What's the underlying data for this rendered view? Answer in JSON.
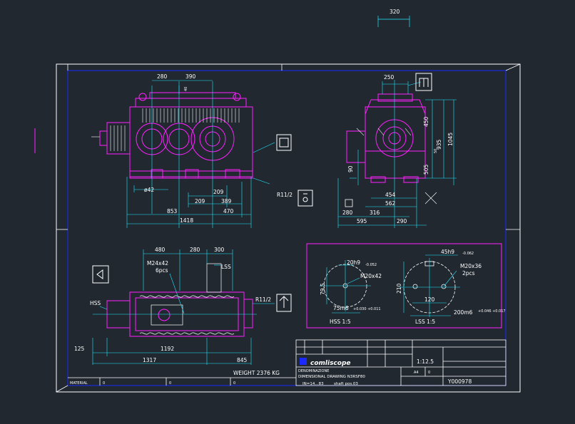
{
  "colors": {
    "background": "#212830",
    "frame": "#ffffff",
    "border": "#1a2aff",
    "part": "#ff20ff",
    "dimension": "#20e8ff",
    "text": "#ffffff",
    "detail_box": "#ff20ff"
  },
  "dims": {
    "top_scale": "320",
    "front": {
      "d280": "280",
      "d390": "390",
      "d40": "40",
      "d42": "ø42",
      "d209a": "209",
      "d209b": "209",
      "d389": "389",
      "d853": "853",
      "d470": "470",
      "d1418": "1418",
      "r": "R11/2"
    },
    "side": {
      "d250": "250",
      "d450": "450",
      "d935": "935",
      "d1045": "1045",
      "d505": "505",
      "d50": "50",
      "d90": "90",
      "d454": "454",
      "d562": "562",
      "d280": "280",
      "d316": "316",
      "d595": "595",
      "d290": "290"
    },
    "top": {
      "d480": "480",
      "d280": "280",
      "d300": "300",
      "bolt": "M24x42",
      "pcs": "6pcs",
      "lss": "LSS",
      "hss": "HSS",
      "r": "R11/2",
      "d125": "125",
      "d1192": "1192",
      "d1317": "1317",
      "d845": "845"
    },
    "detail": {
      "key_hss": "20h9",
      "tol_hss": "-0.052",
      "thread_hss": "M20x42",
      "d79_5": "79.5",
      "d75m6": "75m6",
      "tol_75": "+0.030 +0.011",
      "key_lss": "45h9",
      "tol_lss": "-0.062",
      "thread_lss": "M20x36",
      "pcs_lss": "2pcs",
      "d210": "210",
      "d120": "120",
      "d200m6": "200m6",
      "tol_200": "+0.046 +0.017",
      "label_hss": "HSS 1:5",
      "label_lss": "LSS 1:5"
    }
  },
  "weight": "WEIGHT 2376 KG",
  "title_block": {
    "logo": "comliscope",
    "title_small": "DENOMINAZIONE",
    "title": "DIMENSIONAL DRAWING N3RSF80",
    "sub1": "IN=14...83",
    "sub2": "shaft pos.03",
    "scale": "1:12.5",
    "drawing_no": "Y000978",
    "formato": "A4",
    "revision": "0"
  },
  "bottom_strip": [
    "MATERIAL",
    "",
    "0",
    "0",
    "0"
  ]
}
